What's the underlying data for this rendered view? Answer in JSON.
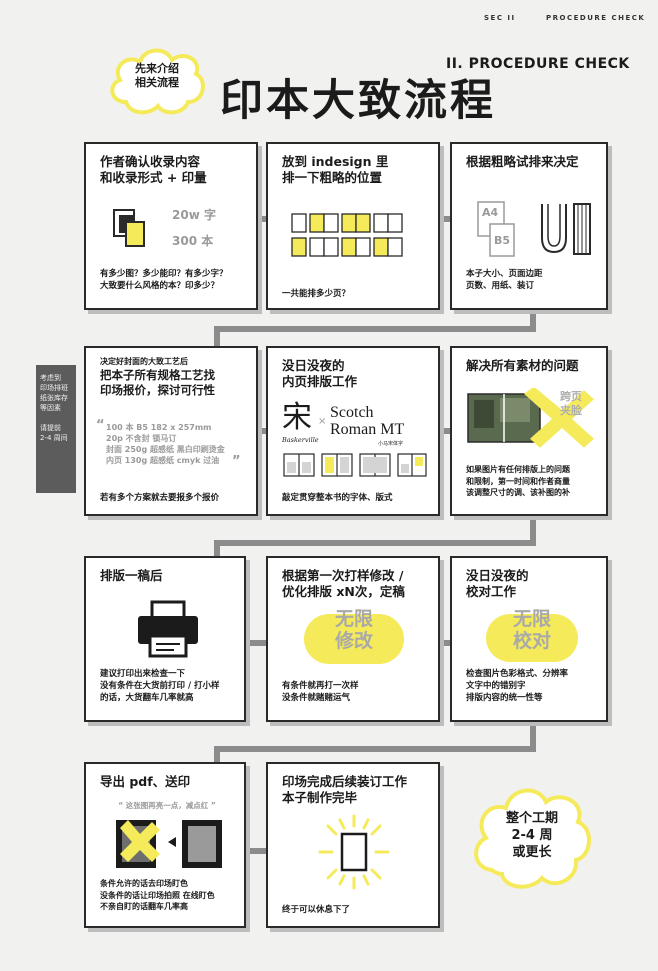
{
  "header": {
    "sec": "SEC II",
    "running_title": "PROCEDURE CHECK"
  },
  "section_title": "II. PROCEDURE CHECK",
  "main_title": "印本大致流程",
  "cloud_top": {
    "line1": "先来介绍",
    "line2": "相关流程"
  },
  "sidebar": {
    "line1": "考虑到",
    "line2": "印场排班",
    "line3": "纸张库存",
    "line4": "等因素",
    "line5": "请提前",
    "line6": "2-4 周间"
  },
  "steps": {
    "s1": {
      "title1": "作者确认收录内容",
      "title2": "和收录形式 + 印量",
      "word_count": "20w 字",
      "copies": "300 本",
      "foot1": "有多少图？多少能印？有多少字？",
      "foot2": "大致要什么风格的本？印多少？"
    },
    "s2": {
      "title1": "放到 indesign 里",
      "title2": "排一下粗略的位置",
      "foot1": "一共能排多少页？"
    },
    "s3": {
      "title1": "根据粗略试排来决定",
      "a4": "A4",
      "b5": "B5",
      "foot1": "本子大小、页面边距",
      "foot2": "页数、用纸、装订"
    },
    "s4": {
      "sub": "决定好封面的大致工艺后",
      "title1": "把本子所有规格工艺找",
      "title2": "印场报价，探讨可行性",
      "spec1": "100 本  B5 182 x 257mm",
      "spec2": "20p 不含封  锁马订",
      "spec3": "封面 250g 超感纸 黑白印刷烫金",
      "spec4": "内页 130g  超感纸 cmyk 过油",
      "foot1": "若有多个方案就去要报多个报价"
    },
    "s5": {
      "title1": "没日没夜的",
      "title2": "内页排版工作",
      "font1_glyph": "宋",
      "font1_name": "Baskerville",
      "font2_line1": "Scotch",
      "font2_line2": "Roman MT",
      "font2_sub": "小马宋体字",
      "cross": "×",
      "foot1": "敲定贯穿整本书的字体、版式"
    },
    "s6": {
      "title1": "解决所有素材的问题",
      "tag1": "跨页",
      "tag2": "夹脸",
      "foot1": "如果图片有任何排版上的问题",
      "foot2": "和限制，第一时间和作者商量",
      "foot3": "该调整尺寸的调、该补图的补"
    },
    "s7": {
      "title1": "排版一稿后",
      "foot1": "建议打印出来检查一下",
      "foot2": "没有条件在大货前打印 / 打小样",
      "foot3": "的话，大货翻车几率就高"
    },
    "s8": {
      "title1": "根据第一次打样修改 /",
      "title2": "优化排版 xN次，定稿",
      "big1": "无限",
      "big2": "修改",
      "foot1": "有条件就再打一次样",
      "foot2": "没条件就赌赌运气"
    },
    "s9": {
      "title1": "没日没夜的",
      "title2": "校对工作",
      "big1": "无限",
      "big2": "校对",
      "foot1": "检查图片色彩格式、分辨率",
      "foot2": "文字中的错别字",
      "foot3": "排版内容的统一性等"
    },
    "s10": {
      "title1": "导出 pdf、送印",
      "quote": "“ 这张图再亮一点，减点红 ”",
      "foot1": "条件允许的话去印场盯色",
      "foot2": "没条件的话让印场拍照 在线盯色",
      "foot3": "不亲自盯的话翻车几率高"
    },
    "s11": {
      "title1": "印场完成后续装订工作",
      "title2": "本子制作完毕",
      "foot1": "终于可以休息下了"
    }
  },
  "cloud_bottom": {
    "line1": "整个工期",
    "line2": "2-4 周",
    "line3": "或更长"
  },
  "colors": {
    "accent": "#f5ea5a",
    "border": "#2a2a2a",
    "grey": "#9a9a9a",
    "paper": "#f1f1ef"
  }
}
